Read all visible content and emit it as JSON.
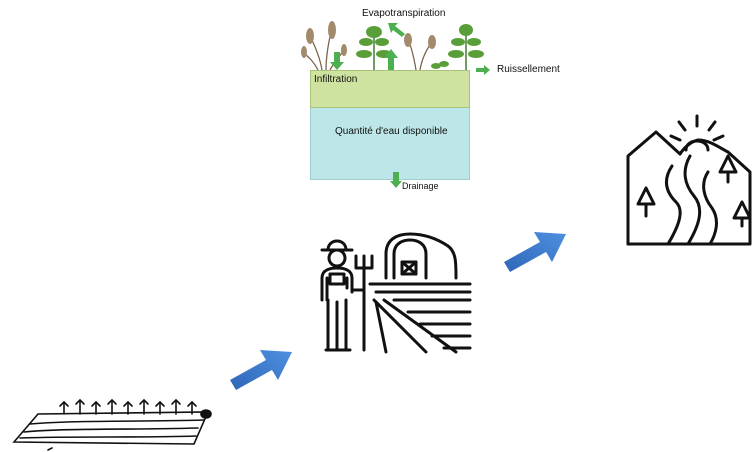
{
  "water_balance": {
    "evapotranspiration_label": "Evapotranspiration",
    "runoff_label": "Ruissellement",
    "infiltration_label": "Infiltration",
    "available_water_label": "Quantité d'eau disponible",
    "drainage_label": "Drainage",
    "colors": {
      "infiltration_layer": "#cfe3a0",
      "available_water_layer": "#bde6e8",
      "arrow_green": "#4caf50"
    }
  },
  "flow_arrows": {
    "color": "#3a78c8"
  },
  "icons": {
    "field": "plowed-field-icon",
    "farmer": "farmer-with-barn-icon",
    "landscape": "mountain-river-landscape-icon"
  }
}
